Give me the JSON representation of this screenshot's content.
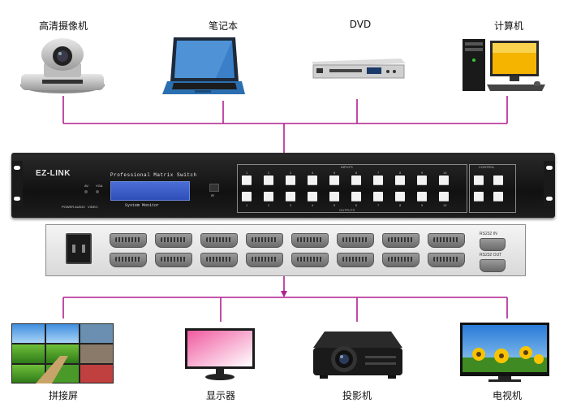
{
  "sources": [
    {
      "label": "高清摄像机",
      "icon": "hd-camera-icon"
    },
    {
      "label": "笔记本",
      "icon": "laptop-icon"
    },
    {
      "label": "DVD",
      "icon": "dvd-player-icon"
    },
    {
      "label": "计算机",
      "icon": "desktop-computer-icon"
    }
  ],
  "outputs": [
    {
      "label": "拼接屏",
      "icon": "video-wall-icon"
    },
    {
      "label": "显示器",
      "icon": "monitor-icon"
    },
    {
      "label": "投影机",
      "icon": "projector-icon"
    },
    {
      "label": "电视机",
      "icon": "tv-icon"
    }
  ],
  "device": {
    "brand": "EZ-LINK",
    "lcd_title": "Professional Matrix Switch",
    "lcd_subtitle": "System Monitor",
    "indicators": [
      "POWER",
      "AUDIO",
      "VIDEO"
    ],
    "lights": [
      "AV",
      "VGA"
    ],
    "ir_label": "IR",
    "inputs_label": "INPUTS",
    "outputs_label": "OUTPUTS",
    "control_label": "CONTROL",
    "button_numbers": [
      "1",
      "2",
      "3",
      "4",
      "5",
      "6",
      "7",
      "8",
      "9",
      "10"
    ],
    "rs232_in": "RS232 IN",
    "rs232_out": "RS232 OUT"
  },
  "colors": {
    "wire": "#b0208f",
    "lcd": "#3a5cc8",
    "chassis": "#1a1a1a"
  }
}
